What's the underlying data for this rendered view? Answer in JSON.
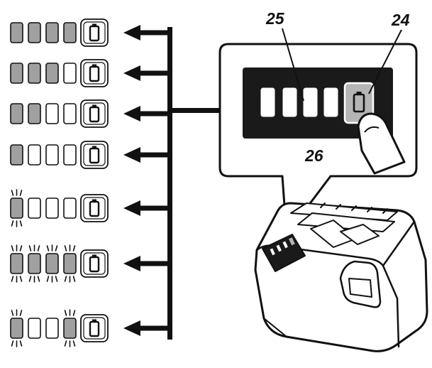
{
  "callouts": {
    "indicator_lamps": "25",
    "check_button": "24",
    "display_panel": "26"
  },
  "icons": {
    "battery_symbol": "battery-icon",
    "finger": "finger-pointer-icon",
    "battery_pack": "battery-pack-icon",
    "arrow": "arrow-left-icon",
    "blink": "blink-rays-icon"
  },
  "indicator_states": [
    {
      "lamps": [
        "on",
        "on",
        "on",
        "on"
      ]
    },
    {
      "lamps": [
        "on",
        "on",
        "on",
        "off"
      ]
    },
    {
      "lamps": [
        "on",
        "on",
        "off",
        "off"
      ]
    },
    {
      "lamps": [
        "on",
        "off",
        "off",
        "off"
      ]
    },
    {
      "lamps": [
        "blink",
        "off",
        "off",
        "off"
      ]
    },
    {
      "lamps": [
        "blink",
        "blink",
        "blink",
        "blink"
      ]
    },
    {
      "lamps": [
        "blink",
        "off",
        "off",
        "blink"
      ]
    }
  ],
  "colors": {
    "lamp_on": "#a0a0a0",
    "lamp_off": "#ffffff",
    "outline": "#111111",
    "panel": "#1a1a1a",
    "button": "#b5b5b5"
  }
}
